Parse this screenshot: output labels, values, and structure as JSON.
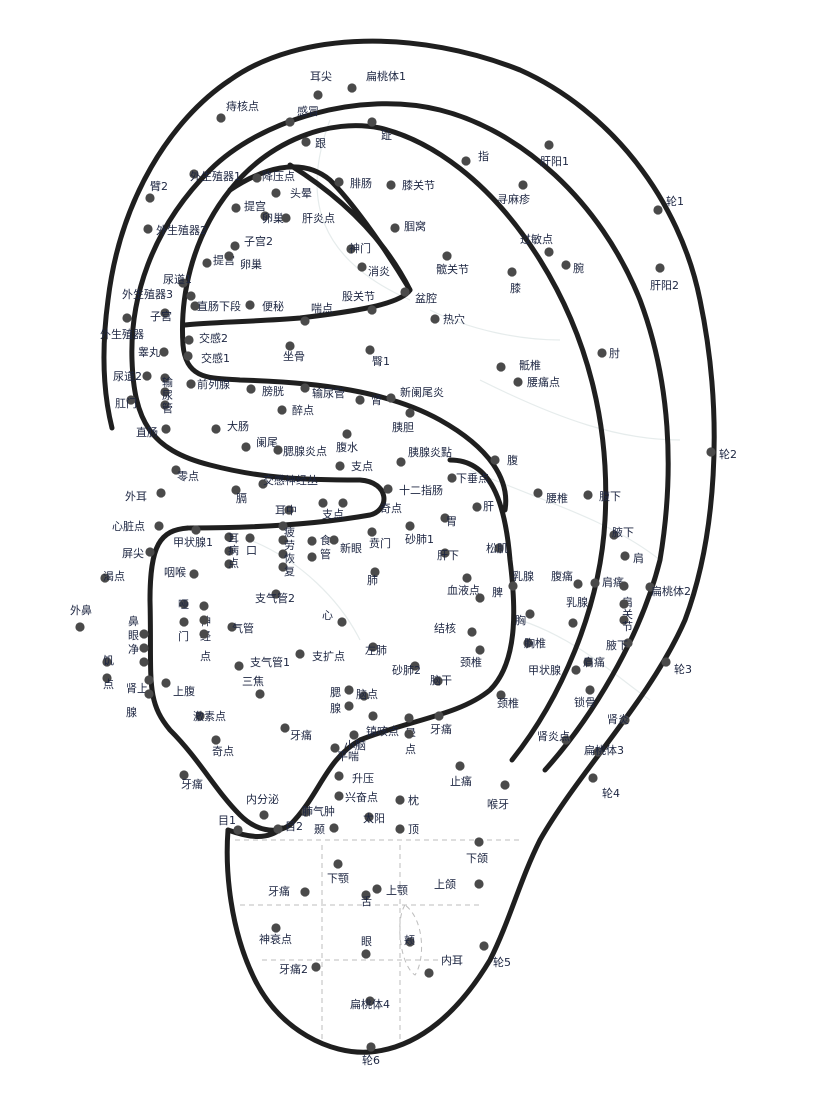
{
  "diagram": {
    "points": [
      {
        "id": "erjian",
        "label": "耳尖"
      },
      {
        "id": "biantaoti1",
        "label": "扁桃体1"
      },
      {
        "id": "zhihedian",
        "label": "痔核点"
      },
      {
        "id": "ganmao",
        "label": "感冒"
      },
      {
        "id": "gen",
        "label": "跟"
      },
      {
        "id": "zhi_toe",
        "label": "趾"
      },
      {
        "id": "zhi_finger",
        "label": "指"
      },
      {
        "id": "ganyang1",
        "label": "肝阳1"
      },
      {
        "id": "bi2",
        "label": "臂2"
      },
      {
        "id": "waishengzhiqi1",
        "label": "外生殖器1"
      },
      {
        "id": "jiangyadian",
        "label": "降压点"
      },
      {
        "id": "touyun",
        "label": "头晕"
      },
      {
        "id": "feichang",
        "label": "腓肠"
      },
      {
        "id": "xiguanjie",
        "label": "膝关节"
      },
      {
        "id": "xunmazhen",
        "label": "寻麻疹"
      },
      {
        "id": "lun1",
        "label": "轮1"
      },
      {
        "id": "tigong_a",
        "label": "提宫"
      },
      {
        "id": "luanchao_a",
        "label": "卵巢"
      },
      {
        "id": "ganyandian",
        "label": "肝炎点"
      },
      {
        "id": "guowo",
        "label": "腘窝"
      },
      {
        "id": "waishengzhiqi2",
        "label": "外生殖器2"
      },
      {
        "id": "zigong2",
        "label": "子宫2"
      },
      {
        "id": "shenmen",
        "label": "神门"
      },
      {
        "id": "guominbian",
        "label": "过敏点"
      },
      {
        "id": "tigong_b",
        "label": "提宫"
      },
      {
        "id": "luanchao_b",
        "label": "卵巢"
      },
      {
        "id": "xiaoyan",
        "label": "消炎"
      },
      {
        "id": "kuanguanjie",
        "label": "髋关节"
      },
      {
        "id": "wan",
        "label": "腕"
      },
      {
        "id": "niaodao1",
        "label": "尿道1"
      },
      {
        "id": "xi",
        "label": "膝"
      },
      {
        "id": "ganyang2",
        "label": "肝阳2"
      },
      {
        "id": "waishengzhiqi3",
        "label": "外生殖器3"
      },
      {
        "id": "zhichangxiaduan",
        "label": "直肠下段"
      },
      {
        "id": "bianmi",
        "label": "便秘"
      },
      {
        "id": "chuandian",
        "label": "喘点"
      },
      {
        "id": "guguanjie",
        "label": "股关节"
      },
      {
        "id": "penqiang",
        "label": "盆腔"
      },
      {
        "id": "zigong",
        "label": "子宫"
      },
      {
        "id": "rexue",
        "label": "热穴"
      },
      {
        "id": "waishengzhiqi",
        "label": "外生殖器"
      },
      {
        "id": "jiaogan2",
        "label": "交感2"
      },
      {
        "id": "gaowan",
        "label": "睾丸"
      },
      {
        "id": "jiaogan1",
        "label": "交感1"
      },
      {
        "id": "zuogu",
        "label": "坐骨"
      },
      {
        "id": "tun1",
        "label": "臀1"
      },
      {
        "id": "zhou",
        "label": "肘"
      },
      {
        "id": "dizhui",
        "label": "骶椎"
      },
      {
        "id": "niaodao2",
        "label": "尿道2"
      },
      {
        "id": "shuniaoguan_a",
        "label": "输"
      },
      {
        "id": "shuniaoguan_b",
        "label": "尿"
      },
      {
        "id": "shuniaoguan_c",
        "label": "管"
      },
      {
        "id": "qianliexian",
        "label": "前列腺"
      },
      {
        "id": "yaotongdian",
        "label": "腰痛点"
      },
      {
        "id": "gangmen",
        "label": "肛门"
      },
      {
        "id": "pangguang",
        "label": "膀胱"
      },
      {
        "id": "shuniaoguan",
        "label": "输尿管"
      },
      {
        "id": "shen",
        "label": "肾"
      },
      {
        "id": "xinlanweiyan",
        "label": "新阑尾炎"
      },
      {
        "id": "zuidian",
        "label": "醉点"
      },
      {
        "id": "zhichang",
        "label": "直肠"
      },
      {
        "id": "dachang",
        "label": "大肠"
      },
      {
        "id": "lanwei",
        "label": "阑尾"
      },
      {
        "id": "yidan",
        "label": "胰胆"
      },
      {
        "id": "yixianyandian_a",
        "label": "腮腺炎点"
      },
      {
        "id": "fushui",
        "label": "腹水"
      },
      {
        "id": "yixianyandian",
        "label": "胰腺炎點"
      },
      {
        "id": "fu",
        "label": "腹"
      },
      {
        "id": "lingdian",
        "label": "零点"
      },
      {
        "id": "zhidian",
        "label": "支点"
      },
      {
        "id": "jiaoganshenjingcong",
        "label": "交感神经丛"
      },
      {
        "id": "xiachuidian",
        "label": "下垂点"
      },
      {
        "id": "waier",
        "label": "外耳"
      },
      {
        "id": "ge",
        "label": "膈"
      },
      {
        "id": "shierzhichang",
        "label": "十二指肠"
      },
      {
        "id": "yaozhui",
        "label": "腰椎"
      },
      {
        "id": "fuxia_a",
        "label": "腹下"
      },
      {
        "id": "erzhong",
        "label": "耳中"
      },
      {
        "id": "zhidian2",
        "label": "支点"
      },
      {
        "id": "qidian",
        "label": "奇点"
      },
      {
        "id": "gan",
        "label": "肝"
      },
      {
        "id": "xinzangdian",
        "label": "心脏点"
      },
      {
        "id": "wei",
        "label": "胃"
      },
      {
        "id": "zhuangxianjia1",
        "label": "甲状腺1"
      },
      {
        "id": "er",
        "label": "耳"
      },
      {
        "id": "bing",
        "label": "病"
      },
      {
        "id": "dian_a",
        "label": "点"
      },
      {
        "id": "kou",
        "label": "口"
      },
      {
        "id": "pilao_a",
        "label": "疲"
      },
      {
        "id": "pilao_b",
        "label": "劳"
      },
      {
        "id": "pilao_c",
        "label": "恢"
      },
      {
        "id": "pilao_d",
        "label": "复"
      },
      {
        "id": "shi_a",
        "label": "食"
      },
      {
        "id": "shi_b",
        "label": "管"
      },
      {
        "id": "xinyan",
        "label": "新眼"
      },
      {
        "id": "benmen",
        "label": "贲门"
      },
      {
        "id": "shafei1",
        "label": "砂肺1"
      },
      {
        "id": "gan_xia",
        "label": "肝下"
      },
      {
        "id": "songji",
        "label": "松肌"
      },
      {
        "id": "fuxia_b",
        "label": "腋下"
      },
      {
        "id": "jian",
        "label": "肩"
      },
      {
        "id": "pingjian",
        "label": "屏尖"
      },
      {
        "id": "yanhou",
        "label": "咽喉"
      },
      {
        "id": "kedian",
        "label": "渴点"
      },
      {
        "id": "fei",
        "label": "肺"
      },
      {
        "id": "xueyedian",
        "label": "血液点"
      },
      {
        "id": "ruxian",
        "label": "乳腺"
      },
      {
        "id": "futong",
        "label": "腹痛"
      },
      {
        "id": "jiantong",
        "label": "肩痛"
      },
      {
        "id": "biantaoti2",
        "label": "扁桃体2"
      },
      {
        "id": "zhiqiguan2",
        "label": "支气管2"
      },
      {
        "id": "pi",
        "label": "脾"
      },
      {
        "id": "rutou",
        "label": "乳腺"
      },
      {
        "id": "jianguanjie_a",
        "label": "肩"
      },
      {
        "id": "jianguanjie_b",
        "label": "关"
      },
      {
        "id": "jianguanjie_c",
        "label": "节"
      },
      {
        "id": "waibi",
        "label": "外鼻"
      },
      {
        "id": "biyanjing_a",
        "label": "鼻"
      },
      {
        "id": "biyanjing_b",
        "label": "眼"
      },
      {
        "id": "biyanjing_c",
        "label": "净"
      },
      {
        "id": "ya_a",
        "label": "哑"
      },
      {
        "id": "ya_b",
        "label": "门"
      },
      {
        "id": "shenjingdian_a",
        "label": "神"
      },
      {
        "id": "shenjingdian_b",
        "label": "经"
      },
      {
        "id": "shenjingdian_c",
        "label": "点"
      },
      {
        "id": "qiguan",
        "label": "气管"
      },
      {
        "id": "xin",
        "label": "心"
      },
      {
        "id": "xiong",
        "label": "胸"
      },
      {
        "id": "jiehe",
        "label": "结核"
      },
      {
        "id": "xiongzhui",
        "label": "胸椎"
      },
      {
        "id": "fuxia_c",
        "label": "腋下"
      },
      {
        "id": "jidian_a",
        "label": "饥"
      },
      {
        "id": "jidian_b",
        "label": "点"
      },
      {
        "id": "zuofei",
        "label": "左肺"
      },
      {
        "id": "zhiqiguan1",
        "label": "支气管1"
      },
      {
        "id": "zhikuodian",
        "label": "支扩点"
      },
      {
        "id": "jingzhui",
        "label": "颈椎"
      },
      {
        "id": "jiazhuangxian",
        "label": "甲状腺"
      },
      {
        "id": "jiantong2",
        "label": "肩痛"
      },
      {
        "id": "lun3",
        "label": "轮3"
      },
      {
        "id": "shenshangxian_a",
        "label": "肾上"
      },
      {
        "id": "shenshangxian_b",
        "label": "腺"
      },
      {
        "id": "shafei2",
        "label": "砂肺2"
      },
      {
        "id": "sanjiao",
        "label": "三焦"
      },
      {
        "id": "naogan",
        "label": "脑干"
      },
      {
        "id": "shangfu",
        "label": "上腹"
      },
      {
        "id": "saixian_a",
        "label": "腮"
      },
      {
        "id": "saixian_b",
        "label": "腺"
      },
      {
        "id": "naodian",
        "label": "脑点"
      },
      {
        "id": "jingzhui2",
        "label": "颈椎"
      },
      {
        "id": "suogu",
        "label": "锁骨"
      },
      {
        "id": "shenyan",
        "label": "肾炎"
      },
      {
        "id": "jisudian",
        "label": "激素点"
      },
      {
        "id": "zhenkedian",
        "label": "镇咳点"
      },
      {
        "id": "yun_a",
        "label": "晕"
      },
      {
        "id": "yun_b",
        "label": "点"
      },
      {
        "id": "yatong_a",
        "label": "牙痛"
      },
      {
        "id": "xiaonao",
        "label": "小脑"
      },
      {
        "id": "yatong_b",
        "label": "牙痛"
      },
      {
        "id": "shenyandian",
        "label": "肾炎点"
      },
      {
        "id": "biantaoti3",
        "label": "扁桃体3"
      },
      {
        "id": "qidian2",
        "label": "奇点"
      },
      {
        "id": "pingchuan",
        "label": "平喘"
      },
      {
        "id": "yatong_c",
        "label": "牙痛"
      },
      {
        "id": "shengya",
        "label": "升压"
      },
      {
        "id": "zhitong",
        "label": "止痛"
      },
      {
        "id": "houya",
        "label": "喉牙"
      },
      {
        "id": "neifenmi",
        "label": "内分泌"
      },
      {
        "id": "feiqizhong",
        "label": "肺气肿"
      },
      {
        "id": "xingfendian",
        "label": "兴奋点"
      },
      {
        "id": "zhen",
        "label": "枕"
      },
      {
        "id": "lun4",
        "label": "轮4"
      },
      {
        "id": "mu1",
        "label": "目1"
      },
      {
        "id": "mu2",
        "label": "目2"
      },
      {
        "id": "nie",
        "label": "颞"
      },
      {
        "id": "taiyang",
        "label": "太阳"
      },
      {
        "id": "ding",
        "label": "顶"
      },
      {
        "id": "xiahe",
        "label": "下颌"
      },
      {
        "id": "xiae",
        "label": "下颚"
      },
      {
        "id": "shange",
        "label": "上颚"
      },
      {
        "id": "shanghe",
        "label": "上颌"
      },
      {
        "id": "yatong_d",
        "label": "牙痛"
      },
      {
        "id": "she",
        "label": "舌"
      },
      {
        "id": "shenshuaidian",
        "label": "神衰点"
      },
      {
        "id": "yan",
        "label": "眼"
      },
      {
        "id": "jia",
        "label": "颊"
      },
      {
        "id": "lun5",
        "label": "轮5"
      },
      {
        "id": "yatong2",
        "label": "牙痛2"
      },
      {
        "id": "neier",
        "label": "内耳"
      },
      {
        "id": "biantaoti4",
        "label": "扁桃体4"
      },
      {
        "id": "lun6",
        "label": "轮6"
      },
      {
        "id": "lun2",
        "label": "轮2"
      }
    ]
  }
}
